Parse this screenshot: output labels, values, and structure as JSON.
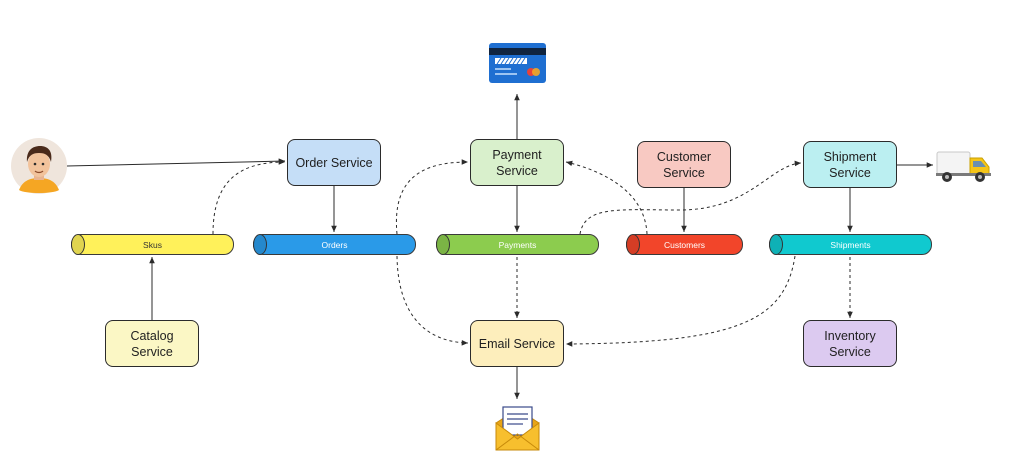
{
  "services": {
    "order": "Order Service",
    "payment": "Payment Service",
    "customer": "Customer\nService",
    "shipment": "Shipment\nService",
    "catalog": "Catalog\nService",
    "email": "Email Service",
    "inventory": "Inventory\nService"
  },
  "topics": {
    "skus": "Skus",
    "orders": "Orders",
    "payments": "Payments",
    "customers": "Customers",
    "shipments": "Shipments"
  },
  "icons": {
    "user": "user-avatar-icon",
    "card": "credit-card-icon",
    "truck": "delivery-truck-icon",
    "mail": "envelope-icon"
  },
  "colors": {
    "order": "#c5def7",
    "payment": "#d9f0cc",
    "customer": "#f8c9c2",
    "shipment": "#bbeff1",
    "catalog": "#fbf7c5",
    "email": "#fdeebc",
    "inventory": "#dccaf0",
    "skus_topic": "#fff15a",
    "orders_topic": "#2a9ae8",
    "payments_topic": "#8ccc4e",
    "customers_topic": "#f2452a",
    "shipments_topic": "#10c9cf"
  }
}
